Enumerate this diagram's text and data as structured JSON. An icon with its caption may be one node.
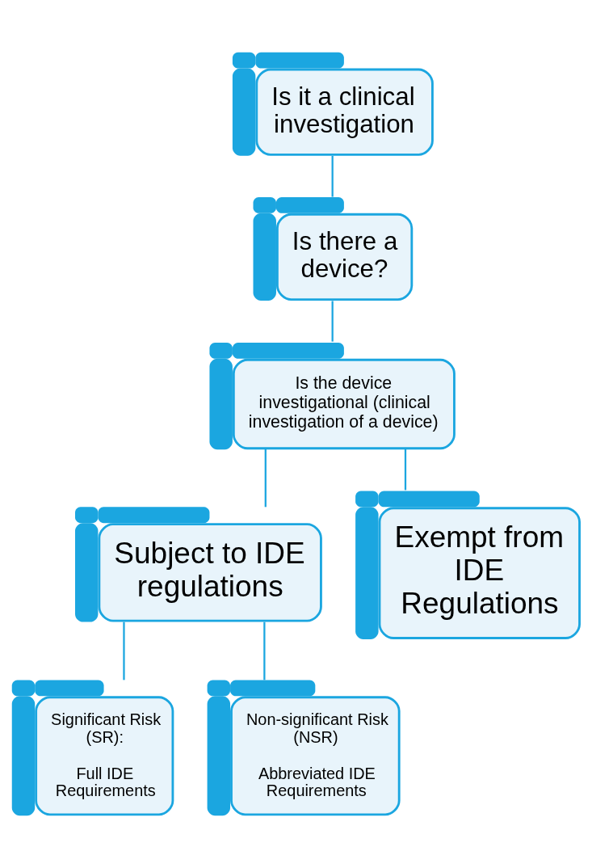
{
  "diagram": {
    "nodes": [
      {
        "text": [
          "Is it a clinical investigation"
        ]
      },
      {
        "text": [
          "Is there a device?"
        ]
      },
      {
        "text": [
          "Is the device investigational (clinical investigation of a device)"
        ]
      },
      {
        "text": [
          "Subject to IDE regulations"
        ]
      },
      {
        "text": [
          "Exempt from IDE Regulations"
        ]
      },
      {
        "text": [
          "Significant Risk (SR):",
          "Full IDE Requirements"
        ]
      },
      {
        "text": [
          "Non-significant Risk (NSR)",
          "Abbreviated IDE Requirements"
        ]
      }
    ],
    "edges": [
      {
        "from": 0,
        "to": 1,
        "arrow": "none"
      },
      {
        "from": 1,
        "to": 2,
        "arrow": "none"
      },
      {
        "from": 2,
        "to": 3,
        "arrow": "none"
      },
      {
        "from": 2,
        "to": 4,
        "arrow": "none"
      },
      {
        "from": 3,
        "to": 5,
        "arrow": "none"
      },
      {
        "from": 3,
        "to": 6,
        "arrow": "none"
      }
    ]
  }
}
